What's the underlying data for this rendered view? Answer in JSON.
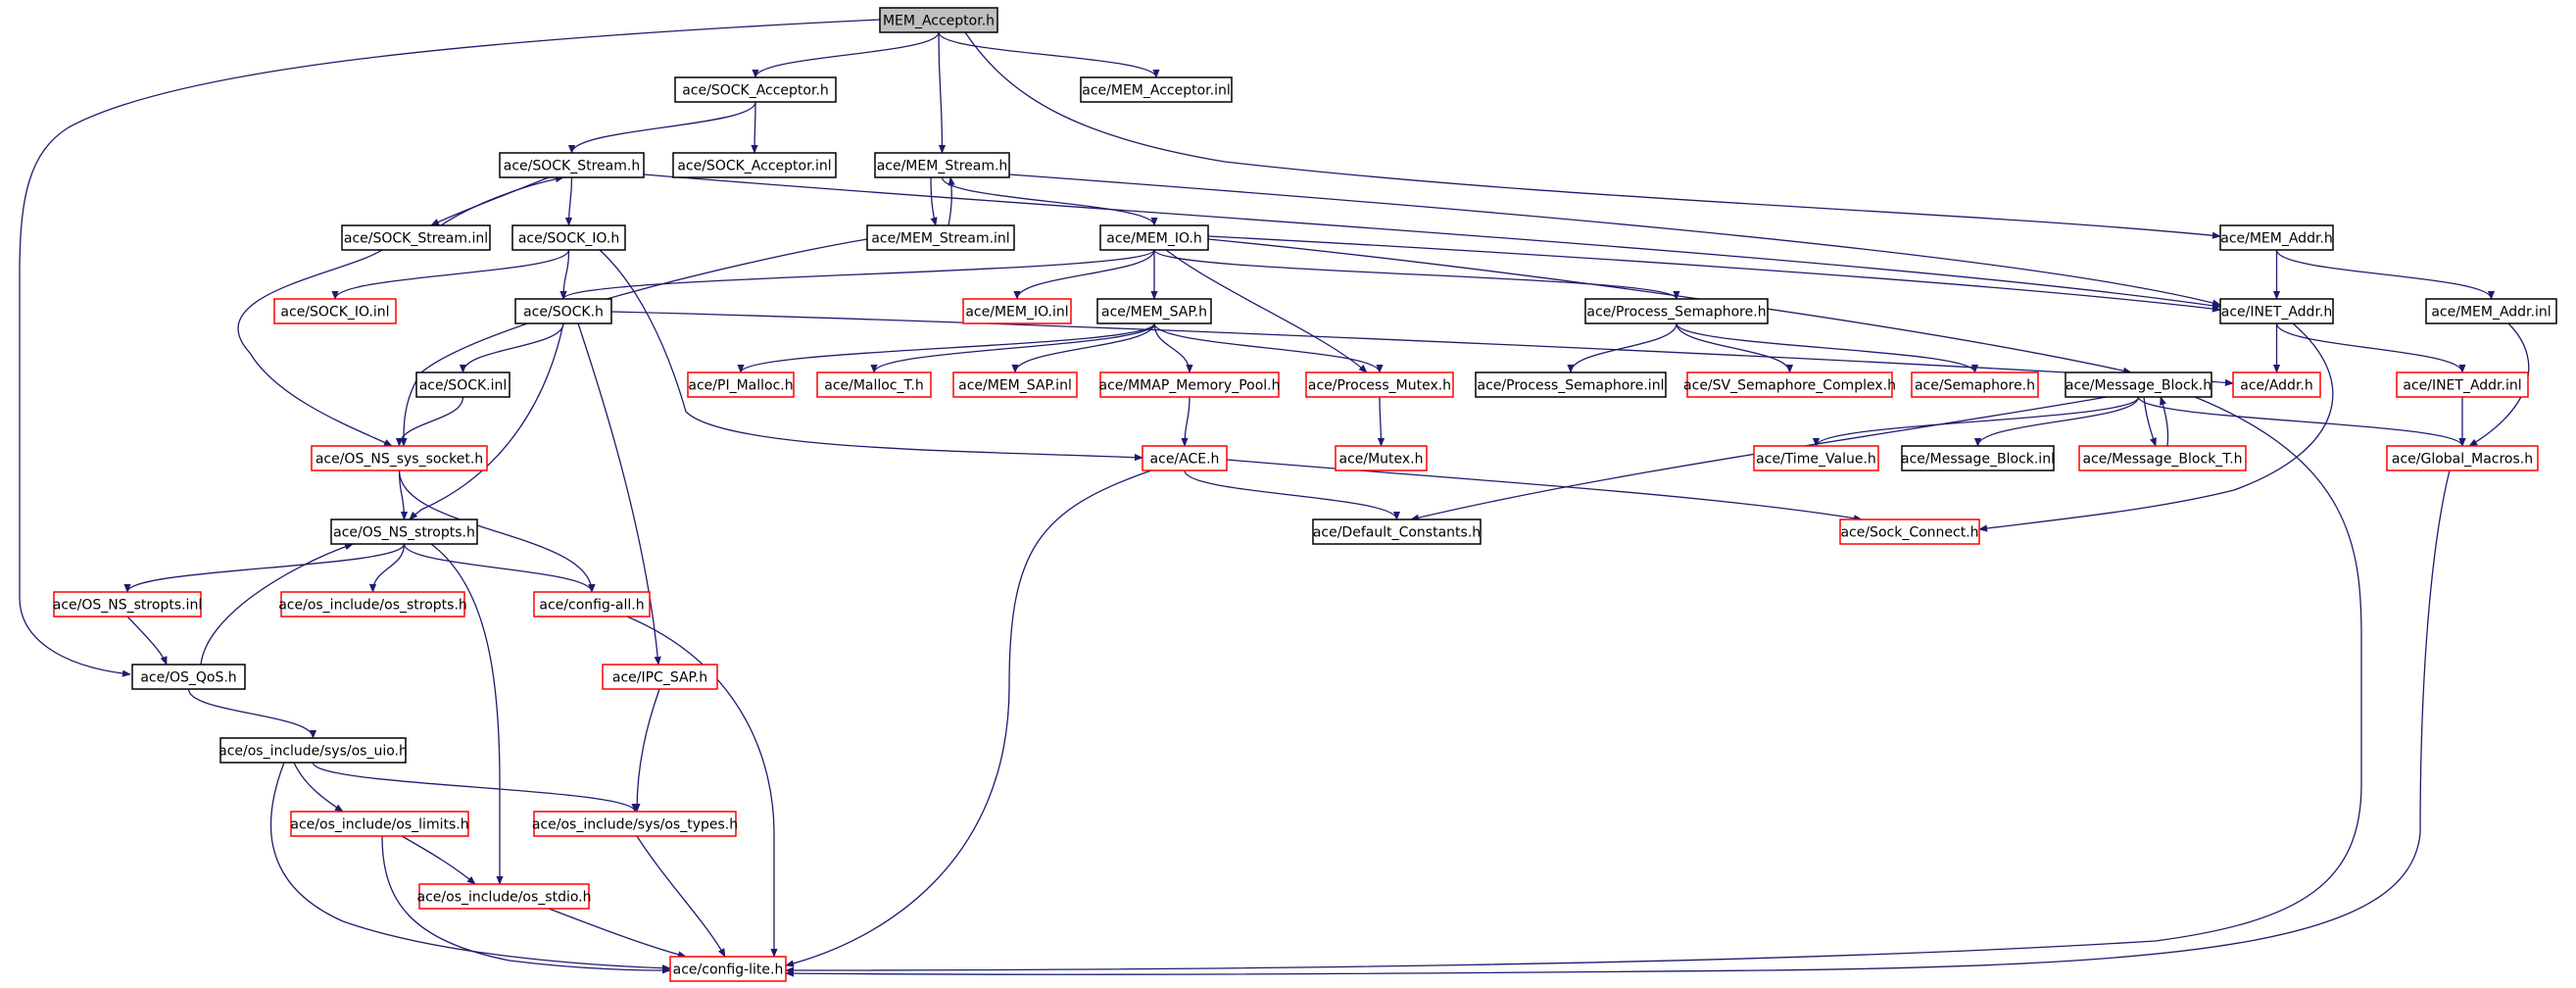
{
  "graph": {
    "colors": {
      "edge": "#1c1c6e",
      "normal_border": "#000000",
      "truncated_border": "#ff0000",
      "root_fill": "#bfbfbf",
      "fill": "#ffffff"
    },
    "nodes": [
      {
        "id": "mem_acceptor_h",
        "label": "MEM_Acceptor.h",
        "style": "root"
      },
      {
        "id": "sock_acceptor_h",
        "label": "ace/SOCK_Acceptor.h",
        "style": "normal"
      },
      {
        "id": "mem_acceptor_inl",
        "label": "ace/MEM_Acceptor.inl",
        "style": "normal"
      },
      {
        "id": "sock_stream_h",
        "label": "ace/SOCK_Stream.h",
        "style": "normal"
      },
      {
        "id": "sock_acceptor_inl",
        "label": "ace/SOCK_Acceptor.inl",
        "style": "normal"
      },
      {
        "id": "mem_stream_h",
        "label": "ace/MEM_Stream.h",
        "style": "normal"
      },
      {
        "id": "sock_stream_inl",
        "label": "ace/SOCK_Stream.inl",
        "style": "normal"
      },
      {
        "id": "sock_io_h",
        "label": "ace/SOCK_IO.h",
        "style": "normal"
      },
      {
        "id": "mem_stream_inl",
        "label": "ace/MEM_Stream.inl",
        "style": "normal"
      },
      {
        "id": "mem_io_h",
        "label": "ace/MEM_IO.h",
        "style": "normal"
      },
      {
        "id": "mem_addr_h",
        "label": "ace/MEM_Addr.h",
        "style": "normal"
      },
      {
        "id": "sock_io_inl",
        "label": "ace/SOCK_IO.inl",
        "style": "truncated"
      },
      {
        "id": "sock_h",
        "label": "ace/SOCK.h",
        "style": "normal"
      },
      {
        "id": "mem_io_inl",
        "label": "ace/MEM_IO.inl",
        "style": "truncated"
      },
      {
        "id": "mem_sap_h",
        "label": "ace/MEM_SAP.h",
        "style": "normal"
      },
      {
        "id": "process_semaphore_h",
        "label": "ace/Process_Semaphore.h",
        "style": "normal"
      },
      {
        "id": "inet_addr_h",
        "label": "ace/INET_Addr.h",
        "style": "normal"
      },
      {
        "id": "mem_addr_inl",
        "label": "ace/MEM_Addr.inl",
        "style": "normal"
      },
      {
        "id": "sock_inl",
        "label": "ace/SOCK.inl",
        "style": "normal"
      },
      {
        "id": "pi_malloc_h",
        "label": "ace/PI_Malloc.h",
        "style": "truncated"
      },
      {
        "id": "malloc_t_h",
        "label": "ace/Malloc_T.h",
        "style": "truncated"
      },
      {
        "id": "mem_sap_inl",
        "label": "ace/MEM_SAP.inl",
        "style": "truncated"
      },
      {
        "id": "mmap_memory_pool_h",
        "label": "ace/MMAP_Memory_Pool.h",
        "style": "truncated"
      },
      {
        "id": "process_mutex_h",
        "label": "ace/Process_Mutex.h",
        "style": "truncated"
      },
      {
        "id": "process_semaphore_inl",
        "label": "ace/Process_Semaphore.inl",
        "style": "normal"
      },
      {
        "id": "sv_semaphore_complex_h",
        "label": "ace/SV_Semaphore_Complex.h",
        "style": "truncated"
      },
      {
        "id": "semaphore_h",
        "label": "ace/Semaphore.h",
        "style": "truncated"
      },
      {
        "id": "message_block_h",
        "label": "ace/Message_Block.h",
        "style": "normal"
      },
      {
        "id": "addr_h",
        "label": "ace/Addr.h",
        "style": "truncated"
      },
      {
        "id": "inet_addr_inl",
        "label": "ace/INET_Addr.inl",
        "style": "truncated"
      },
      {
        "id": "os_ns_sys_socket_h",
        "label": "ace/OS_NS_sys_socket.h",
        "style": "truncated"
      },
      {
        "id": "ace_h",
        "label": "ace/ACE.h",
        "style": "truncated"
      },
      {
        "id": "mutex_h",
        "label": "ace/Mutex.h",
        "style": "truncated"
      },
      {
        "id": "time_value_h",
        "label": "ace/Time_Value.h",
        "style": "truncated"
      },
      {
        "id": "message_block_inl",
        "label": "ace/Message_Block.inl",
        "style": "normal"
      },
      {
        "id": "message_block_t_h",
        "label": "ace/Message_Block_T.h",
        "style": "truncated"
      },
      {
        "id": "global_macros_h",
        "label": "ace/Global_Macros.h",
        "style": "truncated"
      },
      {
        "id": "os_ns_stropts_h",
        "label": "ace/OS_NS_stropts.h",
        "style": "normal"
      },
      {
        "id": "default_constants_h",
        "label": "ace/Default_Constants.h",
        "style": "normal"
      },
      {
        "id": "sock_connect_h",
        "label": "ace/Sock_Connect.h",
        "style": "truncated"
      },
      {
        "id": "os_ns_stropts_inl",
        "label": "ace/OS_NS_stropts.inl",
        "style": "truncated"
      },
      {
        "id": "os_include_os_stropts_h",
        "label": "ace/os_include/os_stropts.h",
        "style": "truncated"
      },
      {
        "id": "config_all_h",
        "label": "ace/config-all.h",
        "style": "truncated"
      },
      {
        "id": "os_qos_h",
        "label": "ace/OS_QoS.h",
        "style": "normal"
      },
      {
        "id": "ipc_sap_h",
        "label": "ace/IPC_SAP.h",
        "style": "truncated"
      },
      {
        "id": "os_include_sys_os_uio_h",
        "label": "ace/os_include/sys/os_uio.h",
        "style": "normal"
      },
      {
        "id": "os_include_os_limits_h",
        "label": "ace/os_include/os_limits.h",
        "style": "truncated"
      },
      {
        "id": "os_include_sys_os_types_h",
        "label": "ace/os_include/sys/os_types.h",
        "style": "truncated"
      },
      {
        "id": "os_include_os_stdio_h",
        "label": "ace/os_include/os_stdio.h",
        "style": "truncated"
      },
      {
        "id": "config_lite_h",
        "label": "ace/config-lite.h",
        "style": "truncated"
      }
    ],
    "edges": [
      [
        "mem_acceptor_h",
        "sock_acceptor_h"
      ],
      [
        "mem_acceptor_h",
        "mem_acceptor_inl"
      ],
      [
        "mem_acceptor_h",
        "mem_stream_h"
      ],
      [
        "mem_acceptor_h",
        "mem_addr_h"
      ],
      [
        "mem_acceptor_h",
        "os_qos_h"
      ],
      [
        "sock_acceptor_h",
        "sock_stream_h"
      ],
      [
        "sock_acceptor_h",
        "sock_acceptor_inl"
      ],
      [
        "sock_stream_h",
        "sock_stream_inl"
      ],
      [
        "sock_stream_inl",
        "sock_stream_h"
      ],
      [
        "sock_stream_h",
        "sock_io_h"
      ],
      [
        "sock_stream_h",
        "inet_addr_h"
      ],
      [
        "sock_stream_inl",
        "os_ns_sys_socket_h"
      ],
      [
        "sock_io_h",
        "sock_io_inl"
      ],
      [
        "sock_io_h",
        "sock_h"
      ],
      [
        "sock_io_h",
        "ace_h"
      ],
      [
        "mem_stream_h",
        "mem_stream_inl"
      ],
      [
        "mem_stream_inl",
        "mem_stream_h"
      ],
      [
        "mem_stream_h",
        "mem_io_h"
      ],
      [
        "mem_stream_h",
        "inet_addr_h"
      ],
      [
        "mem_stream_inl",
        "os_ns_sys_socket_h"
      ],
      [
        "mem_io_h",
        "mem_io_inl"
      ],
      [
        "mem_io_h",
        "sock_h"
      ],
      [
        "mem_io_h",
        "mem_sap_h"
      ],
      [
        "mem_io_h",
        "process_semaphore_h"
      ],
      [
        "mem_io_h",
        "process_mutex_h"
      ],
      [
        "mem_io_h",
        "message_block_h"
      ],
      [
        "mem_io_h",
        "inet_addr_h"
      ],
      [
        "mem_addr_h",
        "inet_addr_h"
      ],
      [
        "mem_addr_h",
        "mem_addr_inl"
      ],
      [
        "sock_h",
        "sock_inl"
      ],
      [
        "sock_h",
        "addr_h"
      ],
      [
        "sock_h",
        "os_ns_stropts_h"
      ],
      [
        "sock_h",
        "ipc_sap_h"
      ],
      [
        "sock_inl",
        "os_ns_sys_socket_h"
      ],
      [
        "mem_sap_h",
        "pi_malloc_h"
      ],
      [
        "mem_sap_h",
        "malloc_t_h"
      ],
      [
        "mem_sap_h",
        "mem_sap_inl"
      ],
      [
        "mem_sap_h",
        "mmap_memory_pool_h"
      ],
      [
        "mem_sap_h",
        "process_mutex_h"
      ],
      [
        "mmap_memory_pool_h",
        "ace_h"
      ],
      [
        "process_mutex_h",
        "mutex_h"
      ],
      [
        "process_semaphore_h",
        "process_semaphore_inl"
      ],
      [
        "process_semaphore_h",
        "sv_semaphore_complex_h"
      ],
      [
        "process_semaphore_h",
        "semaphore_h"
      ],
      [
        "inet_addr_h",
        "addr_h"
      ],
      [
        "inet_addr_h",
        "inet_addr_inl"
      ],
      [
        "inet_addr_h",
        "sock_connect_h"
      ],
      [
        "inet_addr_inl",
        "global_macros_h"
      ],
      [
        "mem_addr_inl",
        "global_macros_h"
      ],
      [
        "message_block_h",
        "time_value_h"
      ],
      [
        "message_block_h",
        "message_block_inl"
      ],
      [
        "message_block_h",
        "message_block_t_h"
      ],
      [
        "message_block_t_h",
        "message_block_h"
      ],
      [
        "message_block_h",
        "global_macros_h"
      ],
      [
        "message_block_h",
        "default_constants_h"
      ],
      [
        "message_block_h",
        "config_lite_h"
      ],
      [
        "os_ns_sys_socket_h",
        "os_ns_stropts_h"
      ],
      [
        "os_ns_sys_socket_h",
        "config_all_h"
      ],
      [
        "ace_h",
        "default_constants_h"
      ],
      [
        "ace_h",
        "sock_connect_h"
      ],
      [
        "ace_h",
        "config_lite_h"
      ],
      [
        "global_macros_h",
        "config_lite_h"
      ],
      [
        "os_ns_stropts_h",
        "os_ns_stropts_inl"
      ],
      [
        "os_ns_stropts_h",
        "os_include_os_stropts_h"
      ],
      [
        "os_ns_stropts_h",
        "config_all_h"
      ],
      [
        "os_ns_stropts_h",
        "os_include_os_stdio_h"
      ],
      [
        "os_ns_stropts_inl",
        "os_qos_h"
      ],
      [
        "os_qos_h",
        "os_ns_stropts_h"
      ],
      [
        "config_all_h",
        "config_lite_h"
      ],
      [
        "os_qos_h",
        "os_include_sys_os_uio_h"
      ],
      [
        "ipc_sap_h",
        "os_include_sys_os_types_h"
      ],
      [
        "os_include_sys_os_uio_h",
        "os_include_os_limits_h"
      ],
      [
        "os_include_sys_os_uio_h",
        "os_include_sys_os_types_h"
      ],
      [
        "os_include_sys_os_uio_h",
        "config_lite_h"
      ],
      [
        "os_include_os_limits_h",
        "os_include_os_stdio_h"
      ],
      [
        "os_include_os_limits_h",
        "config_lite_h"
      ],
      [
        "os_include_sys_os_types_h",
        "config_lite_h"
      ],
      [
        "os_include_os_stdio_h",
        "config_lite_h"
      ]
    ]
  }
}
